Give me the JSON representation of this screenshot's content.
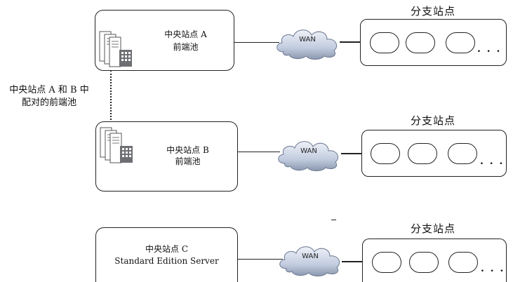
{
  "sites": [
    {
      "name_line1": "中央站点 A",
      "name_line2": "前端池",
      "branch_title": "分支站点",
      "wan_label": "WAN",
      "more": ". . ."
    },
    {
      "name_line1": "中央站点 B",
      "name_line2": "前端池",
      "branch_title": "分支站点",
      "wan_label": "WAN",
      "more": ". . ."
    },
    {
      "name_line1": "中央站点 C",
      "name_line2": "Standard Edition Server",
      "branch_title": "分支站点",
      "wan_label": "WAN",
      "more": ". . ."
    }
  ],
  "pair_note_line1": "中央站点 A 和 B 中",
  "pair_note_line2": "配对的前端池",
  "icons": {
    "server": "server-stack-icon",
    "cloud": "wan-cloud-icon"
  },
  "colors": {
    "cloud_light": "#dfe6f2",
    "cloud_dark": "#8a97ad",
    "stroke": "#222222"
  }
}
